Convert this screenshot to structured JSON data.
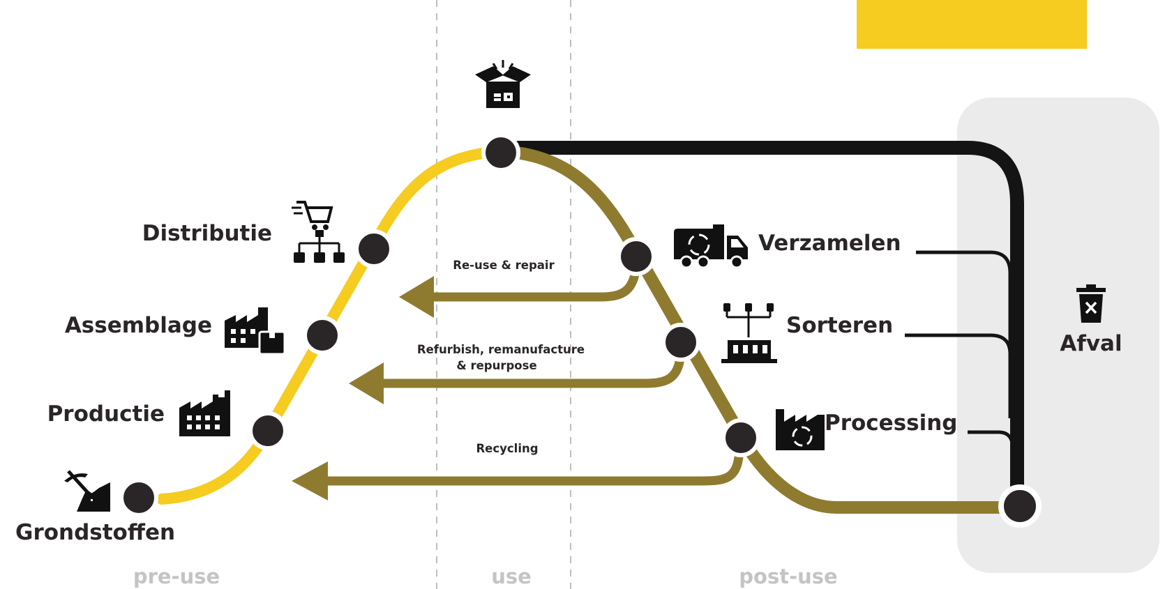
{
  "colors": {
    "accent_yellow": "#f5cc1f",
    "olive": "#8f7b2f",
    "dark": "#141414",
    "node": "#2a2527",
    "waste_panel": "#ebebeb",
    "phase_text": "#c4c4c4",
    "divider": "#bdbdbd"
  },
  "stages": {
    "grondstoffen": "Grondstoffen",
    "productie": "Productie",
    "assemblage": "Assemblage",
    "distributie": "Distributie",
    "verzamelen": "Verzamelen",
    "sorteren": "Sorteren",
    "processing": "Processing",
    "afval": "Afval"
  },
  "loops": {
    "reuse": "Re-use & repair",
    "refurbish_line1": "Refurbish, remanufacture",
    "refurbish_line2": "& repurpose",
    "recycling": "Recycling"
  },
  "phases": {
    "pre_use": "pre-use",
    "use": "use",
    "post_use": "post-use"
  },
  "icons": {
    "grondstoffen": "mining-pickaxe-icon",
    "productie": "factory-icon",
    "assemblage": "factory-box-icon",
    "distributie": "cart-distribution-icon",
    "use": "open-box-icon",
    "verzamelen": "recycling-truck-icon",
    "sorteren": "sorting-icon",
    "processing": "recycling-factory-icon",
    "afval": "trash-bin-icon"
  }
}
